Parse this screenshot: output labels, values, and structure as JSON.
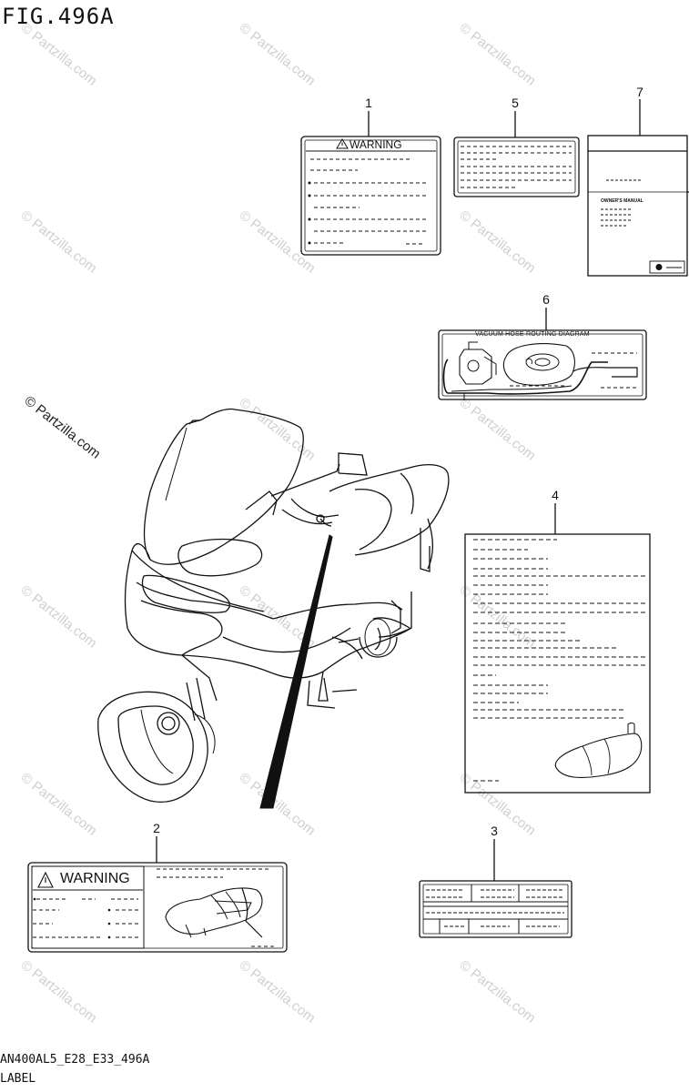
{
  "figure": {
    "title": "FIG.496A",
    "code": "AN400AL5_E28_E33_496A",
    "subtitle": "LABEL"
  },
  "watermark": {
    "text": "© Partzilla.com"
  },
  "callouts": [
    "1",
    "5",
    "7",
    "6",
    "4",
    "2",
    "3"
  ],
  "labels": {
    "warning_small": {
      "heading": "WARNING"
    },
    "warning_large": {
      "heading": "WARNING"
    },
    "vacuum": {
      "heading": "VACUUM HOSE ROUTING DIAGRAM"
    },
    "manual": {
      "heading": "OWNER'S MANUAL"
    }
  },
  "colors": {
    "line": "#111111",
    "watermark": "#cfcfcf",
    "background": "#ffffff"
  }
}
